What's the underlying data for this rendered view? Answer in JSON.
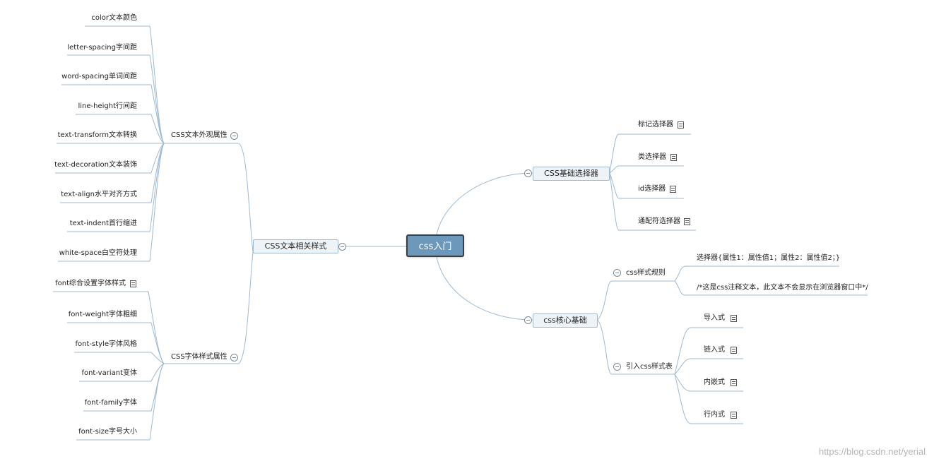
{
  "root": "css入门",
  "left_branch": {
    "label": "CSS文本相关样式",
    "text_appearance": {
      "label": "CSS文本外观属性",
      "items": [
        "color文本颜色",
        "letter-spacing字间距",
        "word-spacing单词间距",
        "line-height行间距",
        "text-transform文本转换",
        "text-decoration文本装饰",
        "text-align水平对齐方式",
        "text-indent首行缩进",
        "white-space白空符处理"
      ]
    },
    "font_style": {
      "label": "CSS字体样式属性",
      "items": [
        "font综合设置字体样式",
        "font-weight字体粗细",
        "font-style字体风格",
        "font-variant变体",
        "font-family字体",
        "font-size字号大小"
      ]
    }
  },
  "right_top": {
    "label": "CSS基础选择器",
    "items": [
      "标记选择器",
      "类选择器",
      "id选择器",
      "通配符选择器"
    ]
  },
  "right_bottom": {
    "label": "css核心基础",
    "rules": {
      "label": "css样式规则",
      "items": [
        "选择器{属性1：属性值1；属性2：属性值2；}",
        "/*这是css注释文本，此文本不会显示在浏览器窗口中*/"
      ]
    },
    "include": {
      "label": "引入css样式表",
      "items": [
        "导入式",
        "链入式",
        "内嵌式",
        "行内式"
      ]
    }
  },
  "watermark": "https://blog.csdn.net/yerial",
  "colors": {
    "line": "#9fb9cf",
    "root_fill": "#6b98bb",
    "root_border": "#3a3f45"
  }
}
